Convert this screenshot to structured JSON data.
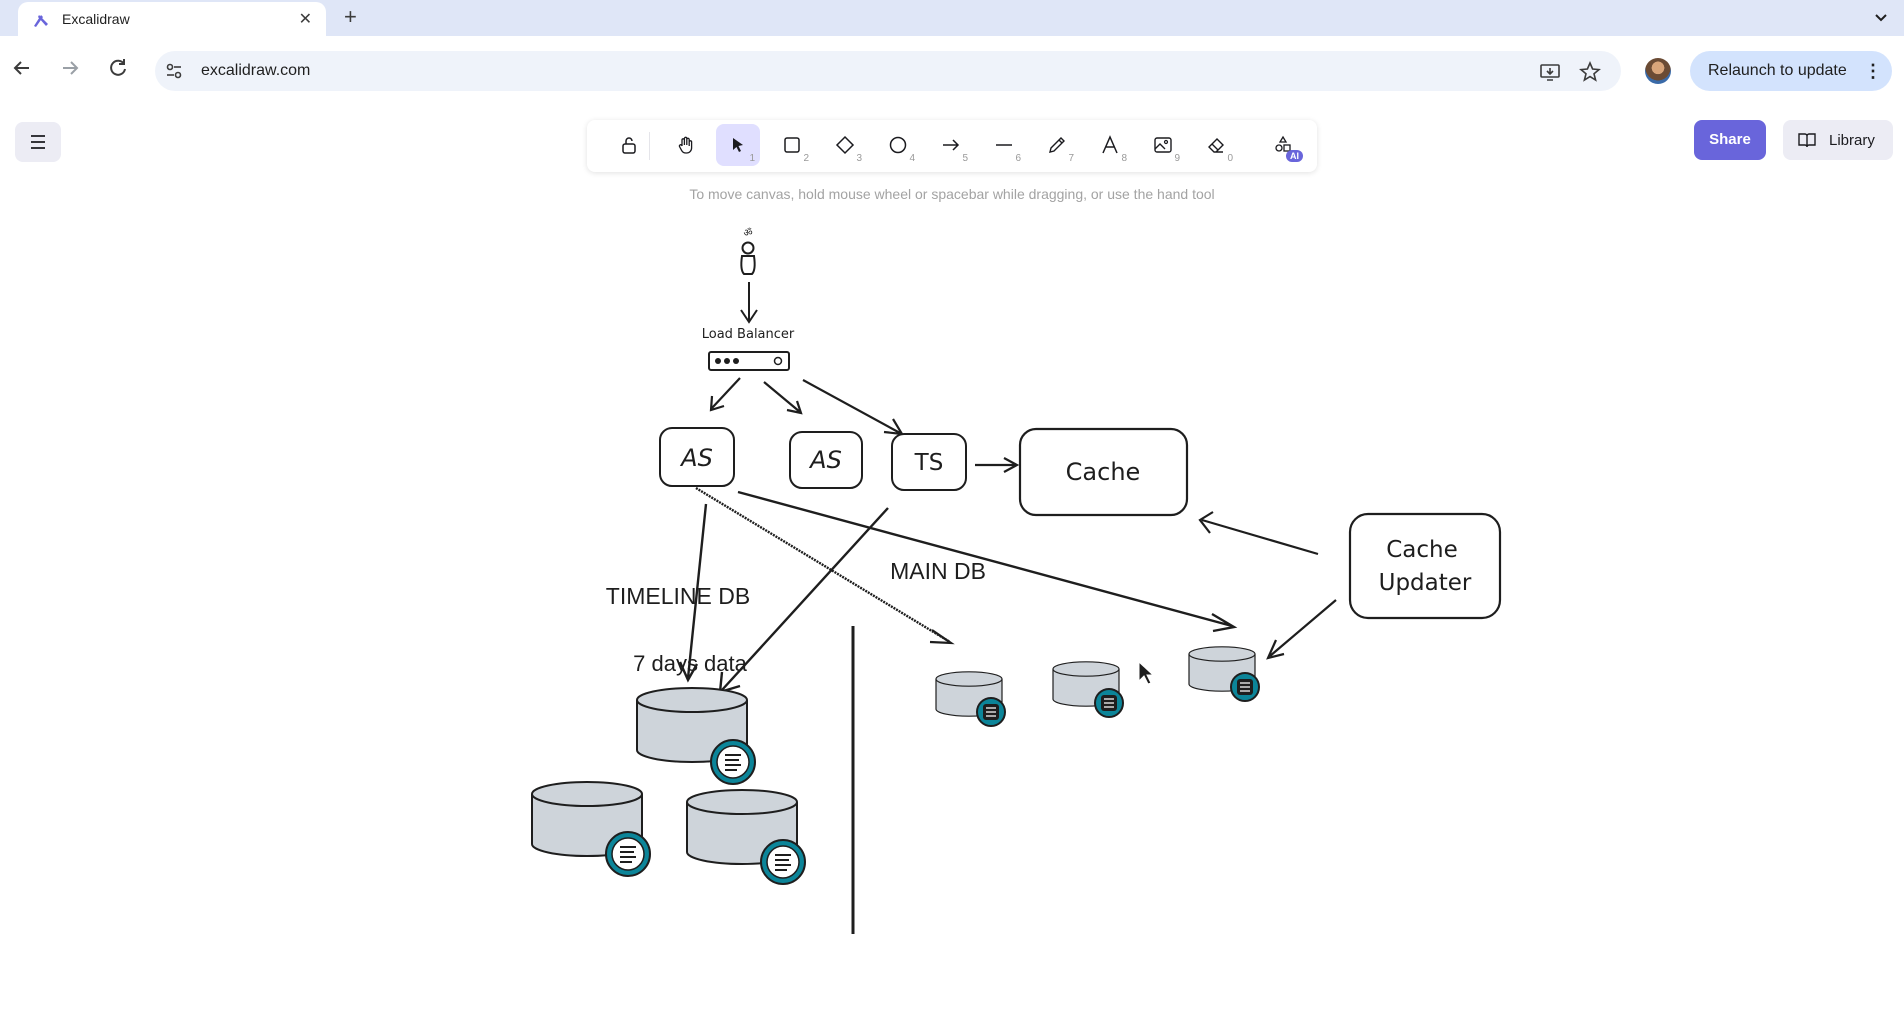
{
  "browser": {
    "tab_title": "Excalidraw",
    "url": "excalidraw.com",
    "relaunch_label": "Relaunch to update"
  },
  "toolbar": {
    "tools": [
      {
        "name": "lock",
        "key": ""
      },
      {
        "name": "hand",
        "key": ""
      },
      {
        "name": "selection",
        "key": "1",
        "active": true
      },
      {
        "name": "rectangle",
        "key": "2"
      },
      {
        "name": "diamond",
        "key": "3"
      },
      {
        "name": "ellipse",
        "key": "4"
      },
      {
        "name": "arrow",
        "key": "5"
      },
      {
        "name": "line",
        "key": "6"
      },
      {
        "name": "draw",
        "key": "7"
      },
      {
        "name": "text",
        "key": "8"
      },
      {
        "name": "image",
        "key": "9"
      },
      {
        "name": "eraser",
        "key": "0"
      },
      {
        "name": "more-shapes",
        "key": ""
      }
    ],
    "ai_badge": "AI",
    "hint": "To move canvas, hold mouse wheel or spacebar while dragging, or use the hand tool"
  },
  "buttons": {
    "share": "Share",
    "library": "Library"
  },
  "diagram": {
    "user_label": "ॐ",
    "load_balancer": "Load Balancer",
    "app_server_1": "AS",
    "app_server_2": "AS",
    "timeline_service": "TS",
    "cache": "Cache",
    "cache_updater_line1": "Cache",
    "cache_updater_line2": "Updater",
    "timeline_db": "TIMELINE DB",
    "timeline_db_note": "7 days data",
    "main_db": "MAIN DB"
  },
  "colors": {
    "accent": "#6965db",
    "db_fill": "#ced4da",
    "db_badge": "#0c8599"
  }
}
